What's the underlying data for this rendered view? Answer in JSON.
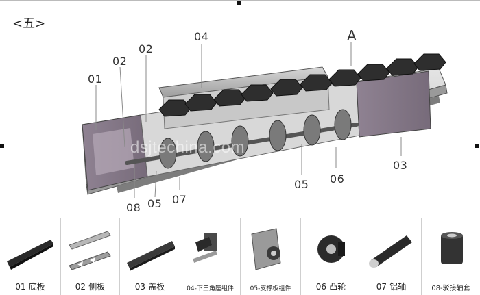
{
  "header": {
    "title": "<五>"
  },
  "diagram": {
    "section_marker": "A",
    "watermark": "dsjtechina.com",
    "labels": [
      "01",
      "02",
      "02",
      "04",
      "03",
      "05",
      "06",
      "08",
      "05",
      "07"
    ]
  },
  "legend": {
    "items": [
      {
        "caption": "01-底板",
        "icon": "base-plate-icon"
      },
      {
        "caption": "02-侧板",
        "icon": "side-plate-icon"
      },
      {
        "caption": "03-盖板",
        "icon": "cover-plate-icon"
      },
      {
        "caption": "04-下三角座组件",
        "icon": "triangle-seat-assembly-icon"
      },
      {
        "caption": "05-支撑板组件",
        "icon": "support-plate-assembly-icon"
      },
      {
        "caption": "06-凸轮",
        "icon": "cam-icon"
      },
      {
        "caption": "07-铝轴",
        "icon": "aluminum-shaft-icon"
      },
      {
        "caption": "08-驳接轴套",
        "icon": "shaft-coupling-sleeve-icon"
      }
    ]
  }
}
